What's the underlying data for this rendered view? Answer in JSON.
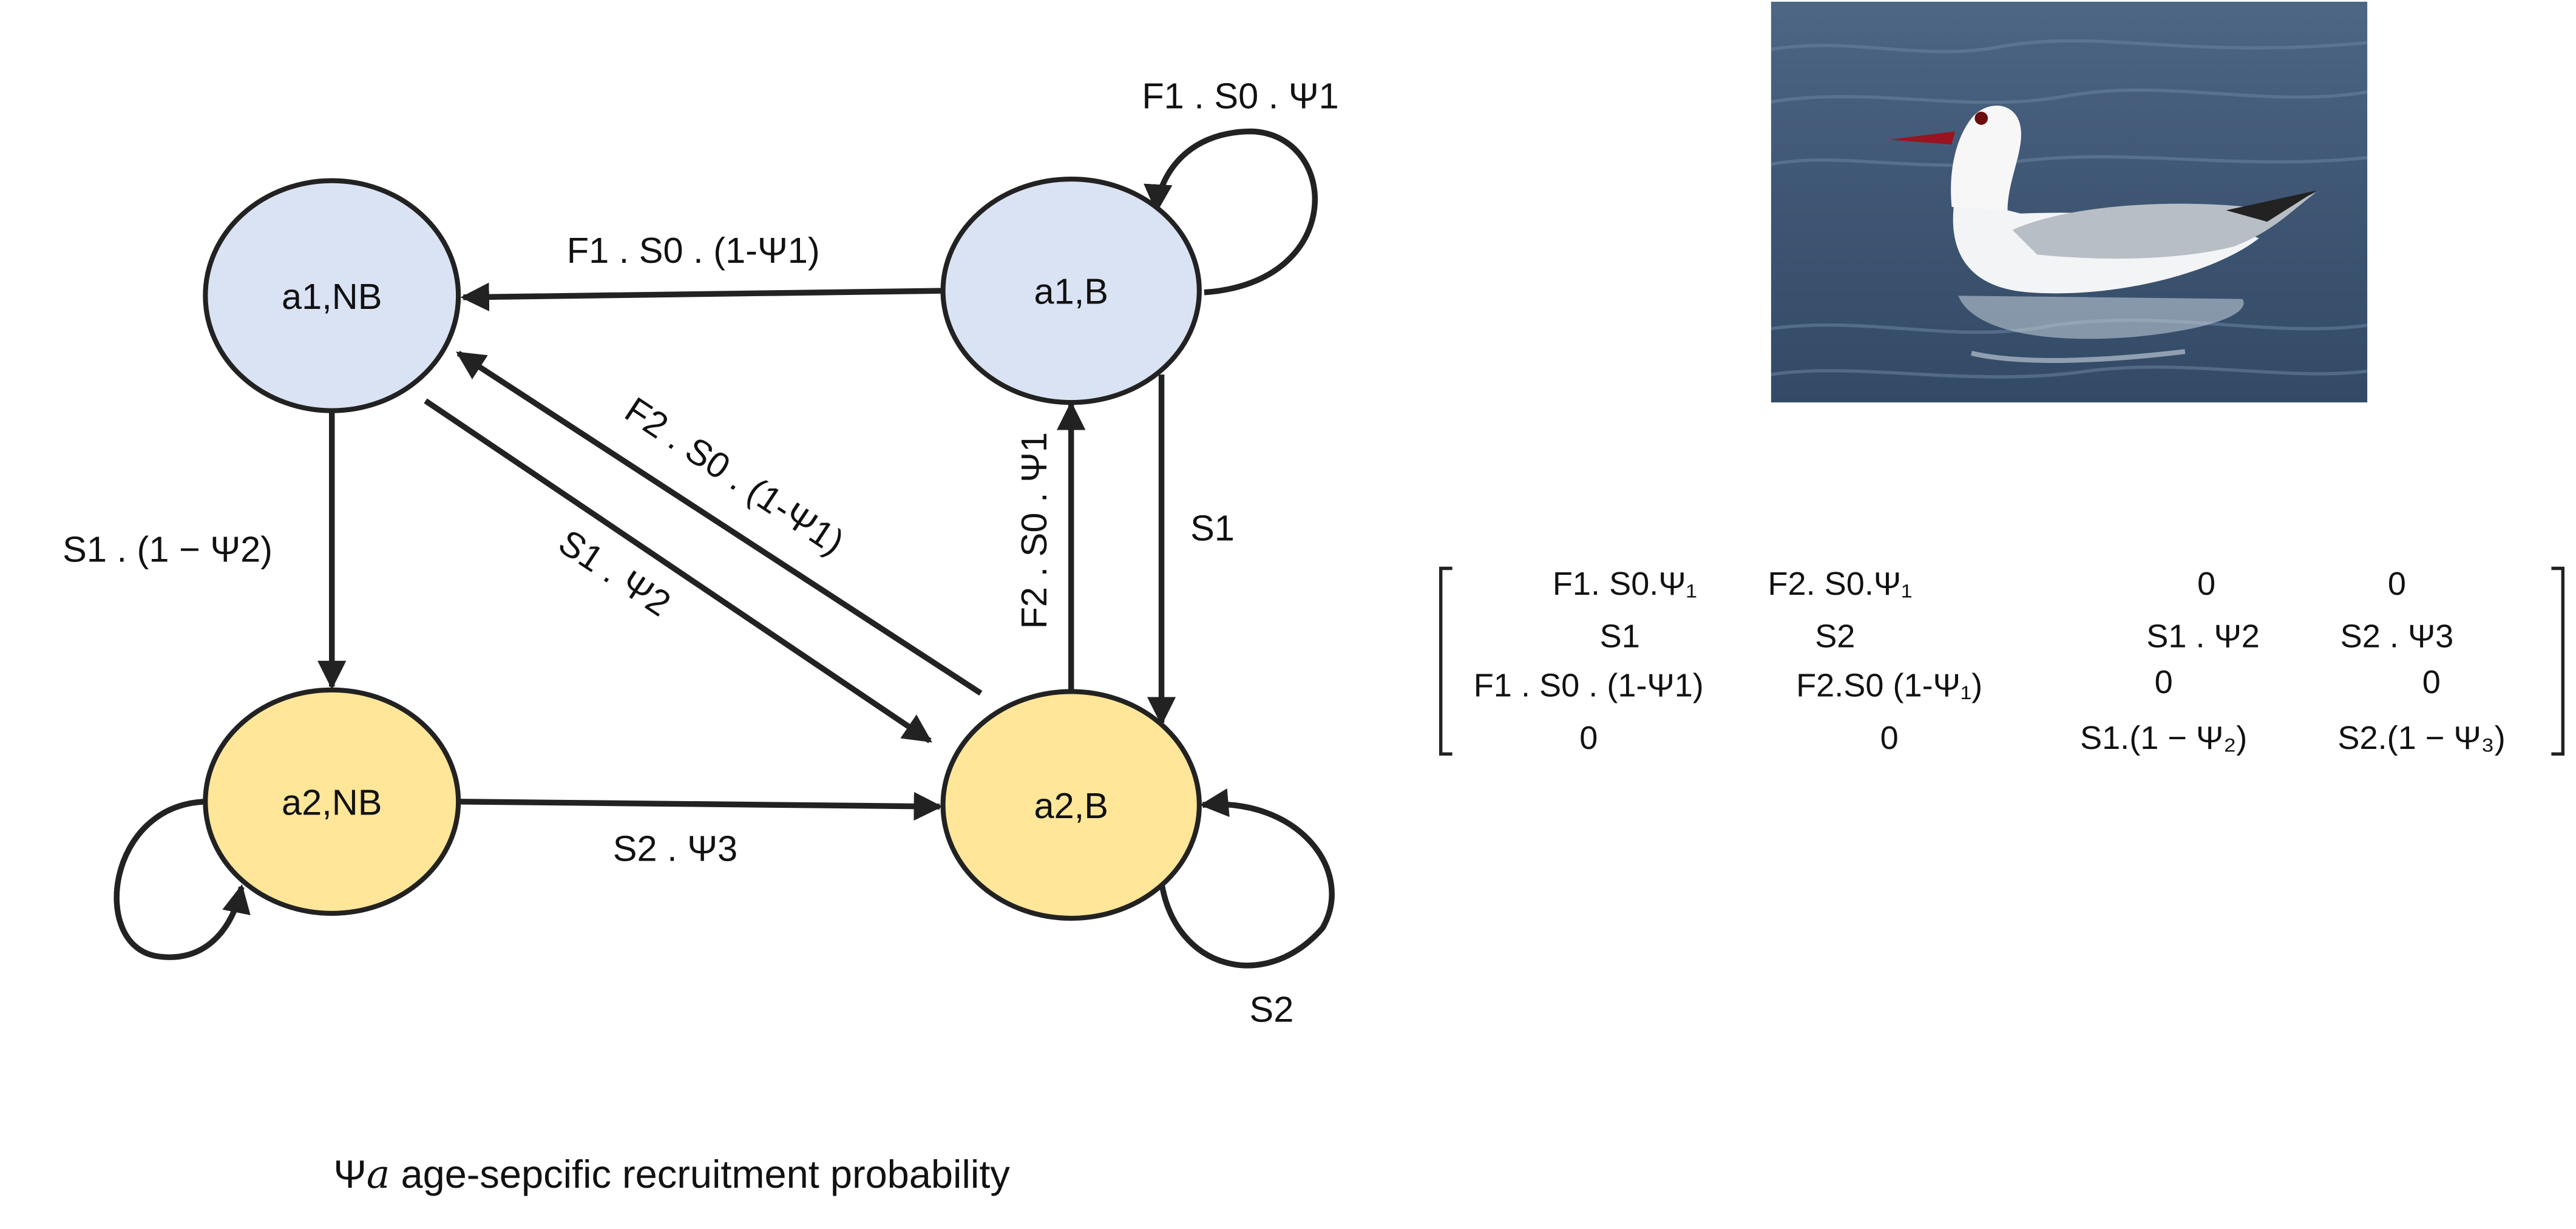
{
  "colors": {
    "adult1_fill": "#dae3f3",
    "adult2_fill": "#ffe699",
    "stroke": "#222222"
  },
  "nodes": {
    "a1nb": "a1,NB",
    "a1b": "a1,B",
    "a2nb": "a2,NB",
    "a2b": "a2,B"
  },
  "edges": {
    "a1b_self": "F1 . S0 . Ψ1",
    "a1b_to_a1nb": "F1 . S0 . (1-Ψ1)",
    "a1nb_to_a2nb": "S1 . (1 − Ψ2)",
    "a2b_to_a1nb": "F2 . S0 . (1-Ψ1)",
    "a1nb_to_a2b": "S1 . Ψ2",
    "a2b_to_a1b": "F2 . S0 . Ψ1",
    "a1b_to_a2b": "S1",
    "a2nb_to_a2b": "S2 . Ψ3",
    "a2b_self": "S2"
  },
  "image": {
    "subject": "silver gull swimming on water",
    "icon": "gull-photo"
  },
  "matrix": {
    "rows": [
      [
        "F1. S0.Ψ₁",
        "F2. S0.Ψ₁",
        "0",
        "0"
      ],
      [
        "S1",
        "S2",
        "S1 . Ψ2",
        "S2 . Ψ3"
      ],
      [
        "F1 . S0 . (1-Ψ1)",
        "F2.S0 (1-Ψ₁)",
        "0",
        "0"
      ],
      [
        "0",
        "0",
        "S1.(1 − Ψ₂)",
        "S2.(1 − Ψ₃)"
      ]
    ]
  },
  "caption": {
    "symbol": "Ψ",
    "symbol_sub": "a",
    "text": " age-sepcific recruitment probability"
  }
}
